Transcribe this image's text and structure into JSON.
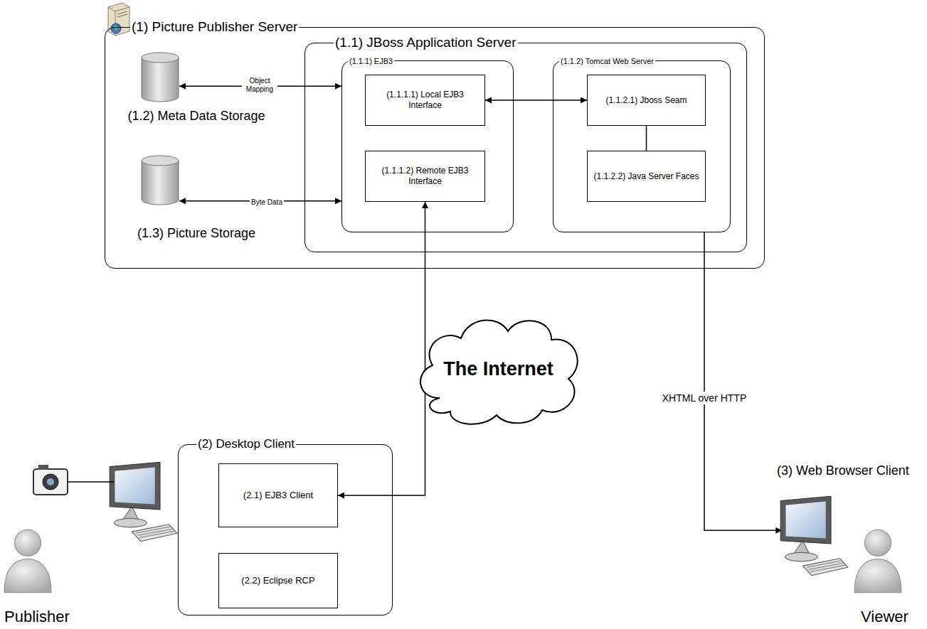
{
  "diagram": {
    "nodes": [
      {
        "text": [
          "(1) Picture Publisher Server"
        ]
      },
      {
        "text": [
          "(1.1) JBoss Application Server"
        ],
        "in": 0
      },
      {
        "text": [
          "(1.1.1) EJB3"
        ],
        "in": 1
      },
      {
        "text": [
          "(1.1.1.1) Local EJB3 Interface"
        ],
        "in": 2
      },
      {
        "text": [
          "(1.1.1.2) Remote EJB3 Interface"
        ],
        "in": 2
      },
      {
        "text": [
          "(1.1.2) Tomcat Web Server"
        ],
        "in": 1
      },
      {
        "text": [
          "(1.1.2.1) Jboss Seam"
        ],
        "in": 5
      },
      {
        "text": [
          "(1.1.2.2) Java Server Faces"
        ],
        "in": 5
      },
      {
        "text": [
          "(1.2) Meta Data Storage"
        ],
        "in": 0
      },
      {
        "text": [
          "(1.3) Picture Storage"
        ],
        "in": 0
      },
      {
        "text": [
          "(2) Desktop Client"
        ]
      },
      {
        "text": [
          "(2.1) EJB3 Client"
        ],
        "in": 10
      },
      {
        "text": [
          "(2.2) Eclipse RCP"
        ],
        "in": 10
      },
      {
        "text": [
          "(3) Web Browser Client"
        ]
      },
      {
        "text": [
          "The Internet"
        ]
      }
    ],
    "edges": [
      {
        "from": 8,
        "to": 2,
        "label": "Object Mapping",
        "arrow": "both"
      },
      {
        "from": 9,
        "to": 2,
        "label": "Byte Data",
        "arrow": "both"
      },
      {
        "from": 3,
        "to": 6,
        "arrow": "both"
      },
      {
        "from": 6,
        "to": 7,
        "arrow": "none"
      },
      {
        "from": 11,
        "to": 4,
        "arrow": "both"
      },
      {
        "from": 5,
        "to": 13,
        "label": "XHTML over HTTP",
        "arrow": "to"
      }
    ],
    "labels": [
      "Publisher",
      "Viewer"
    ]
  }
}
